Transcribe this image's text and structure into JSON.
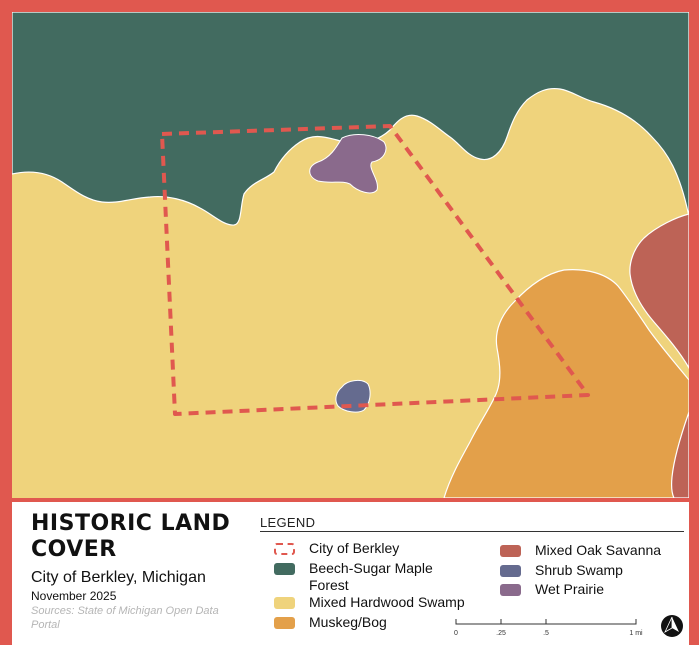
{
  "map": {
    "title": "HISTORIC LAND COVER",
    "subtitle": "City of Berkley, Michigan",
    "date": "November 2025",
    "sources": "Sources: State of Michigan Open Data Portal"
  },
  "legend": {
    "title": "LEGEND",
    "items": [
      {
        "label": "City of Berkley",
        "color": "#e0584f",
        "style": "dashed-outline"
      },
      {
        "label": "Beech-Sugar Maple Forest",
        "color": "#426b60"
      },
      {
        "label": "Mixed Hardwood Swamp",
        "color": "#efd37c"
      },
      {
        "label": "Muskeg/Bog",
        "color": "#e3a04a"
      },
      {
        "label": "Mixed Oak Savanna",
        "color": "#bd6356"
      },
      {
        "label": "Shrub Swamp",
        "color": "#656b8f"
      },
      {
        "label": "Wet Prairie",
        "color": "#8a6a8c"
      }
    ]
  },
  "scale_bar": {
    "ticks": [
      "0",
      ".25",
      ".5",
      "1 mi"
    ]
  },
  "icons": {
    "north_arrow": "north-arrow-icon"
  },
  "colors": {
    "accent": "#e0584f",
    "forest": "#426b60",
    "swamp": "#efd37c",
    "bog": "#e3a04a",
    "savanna": "#bd6356",
    "shrub": "#656b8f",
    "prairie": "#8a6a8c"
  }
}
